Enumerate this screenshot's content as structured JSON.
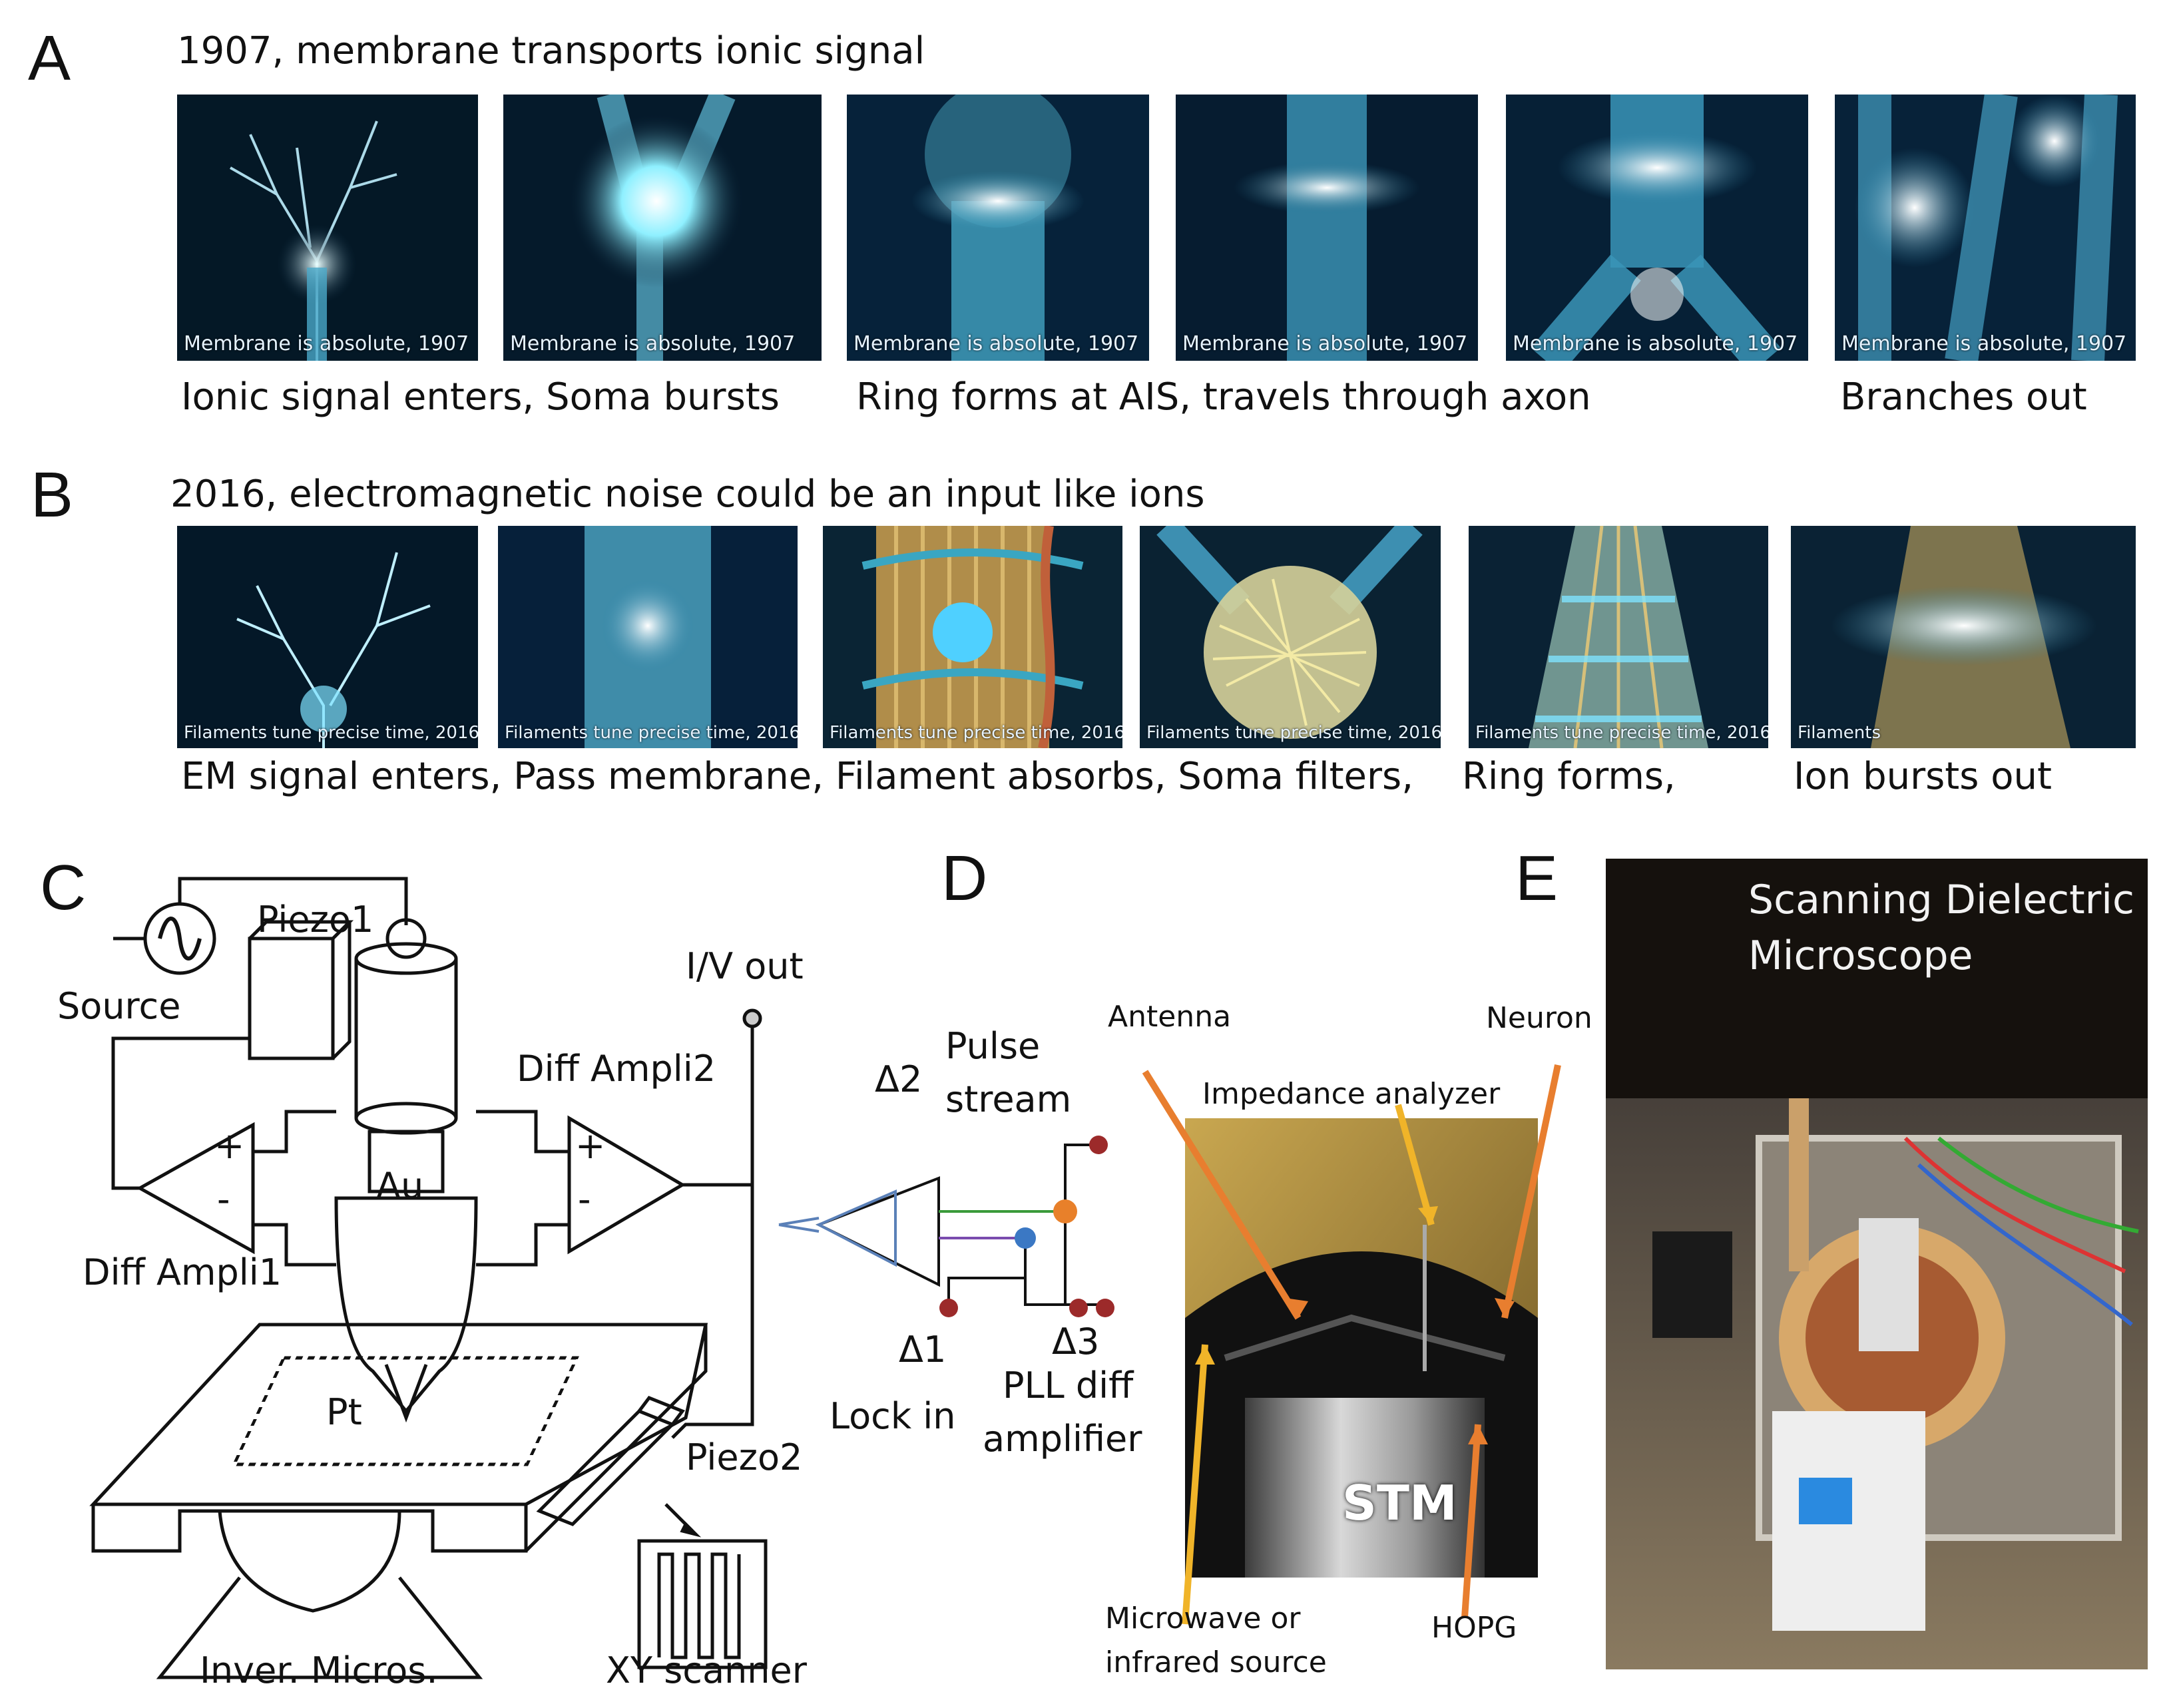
{
  "panels": {
    "A": {
      "letter": "A",
      "heading": "1907, membrane transports ionic signal",
      "frame_caption": "Membrane is absolute, 1907",
      "captions": [
        "Ionic signal enters, Soma bursts",
        "Ring forms at AIS, travels through axon",
        "Branches out"
      ]
    },
    "B": {
      "letter": "B",
      "heading": "2016, electromagnetic noise could be an input like ions",
      "frame_caption": "Filaments tune precise time, 2016",
      "frame_caption_short": "Filaments",
      "captions": [
        "EM signal enters, Pass membrane, Filament absorbs, Soma filters,",
        "Ring forms,",
        "Ion bursts out"
      ]
    },
    "C": {
      "letter": "C",
      "labels": {
        "piezo1": "Piezo1",
        "source": "Source",
        "iv_out": "I/V out",
        "diff_ampli2": "Diff Ampli2",
        "au": "Au",
        "diff_ampli1": "Diff Ampli1",
        "pt": "Pt",
        "piezo2": "Piezo2",
        "inver_micros": "Inver. Micros.",
        "xy_scanner": "XY scanner",
        "plus": "+",
        "minus": "-"
      }
    },
    "D": {
      "letter": "D",
      "labels": {
        "delta2": "Δ2",
        "pulse": "Pulse",
        "stream": "stream",
        "delta1": "Δ1",
        "lock_in": "Lock in",
        "delta3": "Δ3",
        "pll_diff": "PLL diff",
        "amplifier": "amplifier",
        "antenna": "Antenna",
        "neuron": "Neuron",
        "impedance": "Impedance analyzer",
        "stm": "STM",
        "microwave": "Microwave or",
        "infrared": "infrared source",
        "hopg": "HOPG"
      }
    },
    "E": {
      "letter": "E",
      "title_line1": "Scanning Dielectric",
      "title_line2": "Microscope"
    }
  },
  "colors": {
    "arrow_orange": "#e87e2f",
    "arrow_yellow": "#f0b429",
    "probe_node_orange": "#e8802a",
    "probe_node_blue": "#3b78c4",
    "probe_node_red": "#9c2a2a",
    "neuron_glow": "#7fe3ff"
  }
}
